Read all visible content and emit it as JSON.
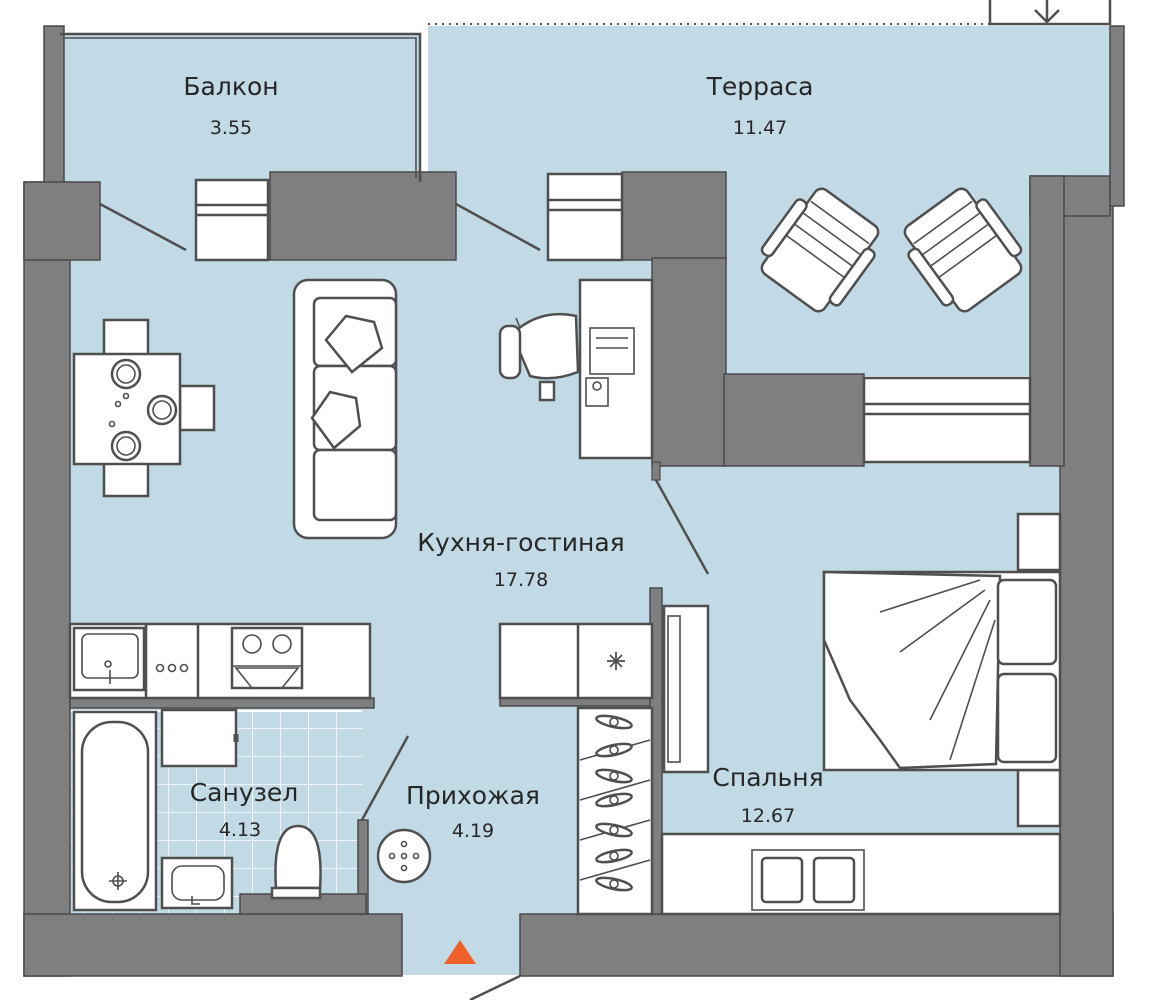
{
  "colors": {
    "floor": "#c1dae6",
    "wall": "#7f7f7f",
    "wall_outline": "#4a4a4a",
    "furniture_stroke": "#4f4f4f",
    "entrance_marker": "#f0602a"
  },
  "rooms": {
    "balcony": {
      "name": "Балкон",
      "area": "3.55"
    },
    "terrace": {
      "name": "Терраса",
      "area": "11.47"
    },
    "kitchen": {
      "name": "Кухня-гостиная",
      "area": "17.78"
    },
    "bathroom": {
      "name": "Санузел",
      "area": "4.13"
    },
    "hallway": {
      "name": "Прихожая",
      "area": "4.19"
    },
    "bedroom": {
      "name": "Спальня",
      "area": "12.67"
    }
  },
  "icons": [
    "entrance-arrow-icon",
    "snowflake-icon",
    "down-arrow-icon"
  ]
}
